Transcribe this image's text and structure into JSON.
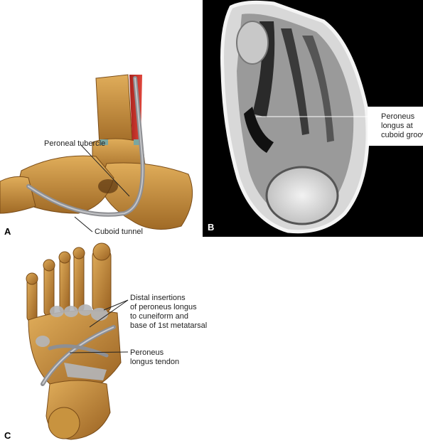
{
  "panels": {
    "a": {
      "letter": "A",
      "labels": {
        "peroneal_tubercle": "Peroneal tubercle",
        "cuboid_tunnel": "Cuboid tunnel"
      }
    },
    "b": {
      "letter": "B",
      "labels": {
        "line1": "Peroneus",
        "line2": "longus at",
        "line3": "cuboid groove"
      }
    },
    "c": {
      "letter": "C",
      "labels": {
        "insertions_line1": "Distal insertions",
        "insertions_line2": "of peroneus longus",
        "insertions_line3": "to cuneiform and",
        "insertions_line4": "base of 1st metatarsal",
        "tendon_line1": "Peroneus",
        "tendon_line2": "longus tendon"
      }
    }
  },
  "colors": {
    "bone": "#c8933f",
    "bone_dark": "#8a5a1e",
    "tendon": "#8e8f93",
    "muscle": "#c8302a",
    "mri_dark": "#000000",
    "mri_light": "#e8e8e8"
  }
}
